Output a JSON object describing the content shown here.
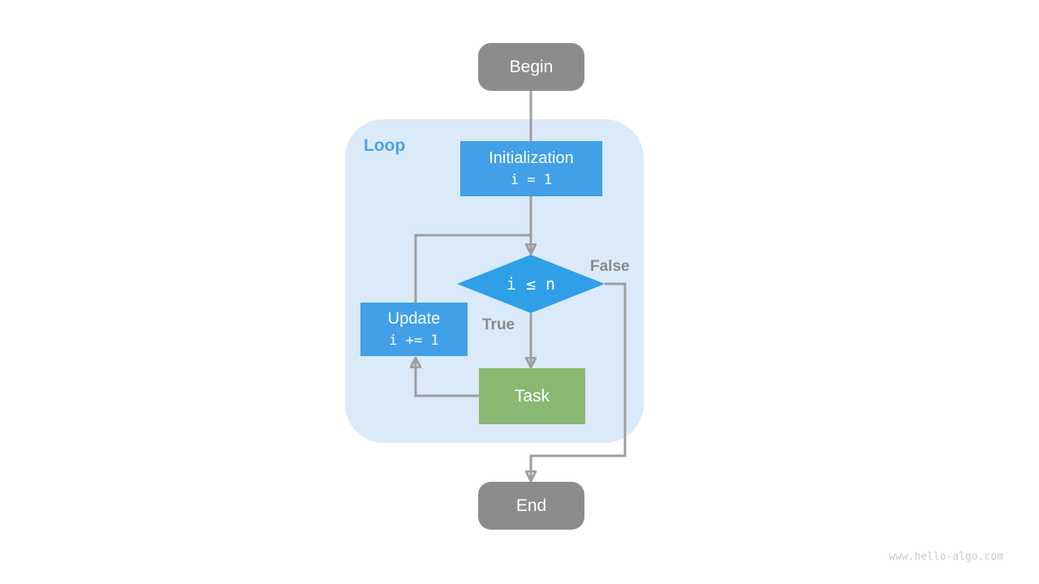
{
  "diagram": {
    "container_label": "Loop",
    "nodes": {
      "begin": {
        "label": "Begin"
      },
      "initialization": {
        "title": "Initialization",
        "code": "i = 1"
      },
      "condition": {
        "code": "i ≤ n"
      },
      "update": {
        "title": "Update",
        "code": "i += 1"
      },
      "task": {
        "label": "Task"
      },
      "end": {
        "label": "End"
      }
    },
    "edge_labels": {
      "true": "True",
      "false": "False"
    },
    "edges": [
      {
        "from": "begin",
        "to": "initialization"
      },
      {
        "from": "initialization",
        "to": "condition"
      },
      {
        "from": "condition",
        "to": "task",
        "label": "True"
      },
      {
        "from": "task",
        "to": "update"
      },
      {
        "from": "update",
        "to": "condition"
      },
      {
        "from": "condition",
        "to": "end",
        "label": "False"
      }
    ]
  },
  "watermark": "www.hello-algo.com",
  "colors": {
    "node_gray": "#8c8c8c",
    "node_blue": "#41a0e8",
    "diamond_blue": "#2f9fe8",
    "node_green": "#8bb873",
    "container_bg": "#dbeaf9",
    "arrow_gray": "#9e9e9e",
    "label_gray": "#8a8a8a",
    "loop_label_blue": "#4aa2e8",
    "watermark_gray": "#c9c9c9"
  }
}
